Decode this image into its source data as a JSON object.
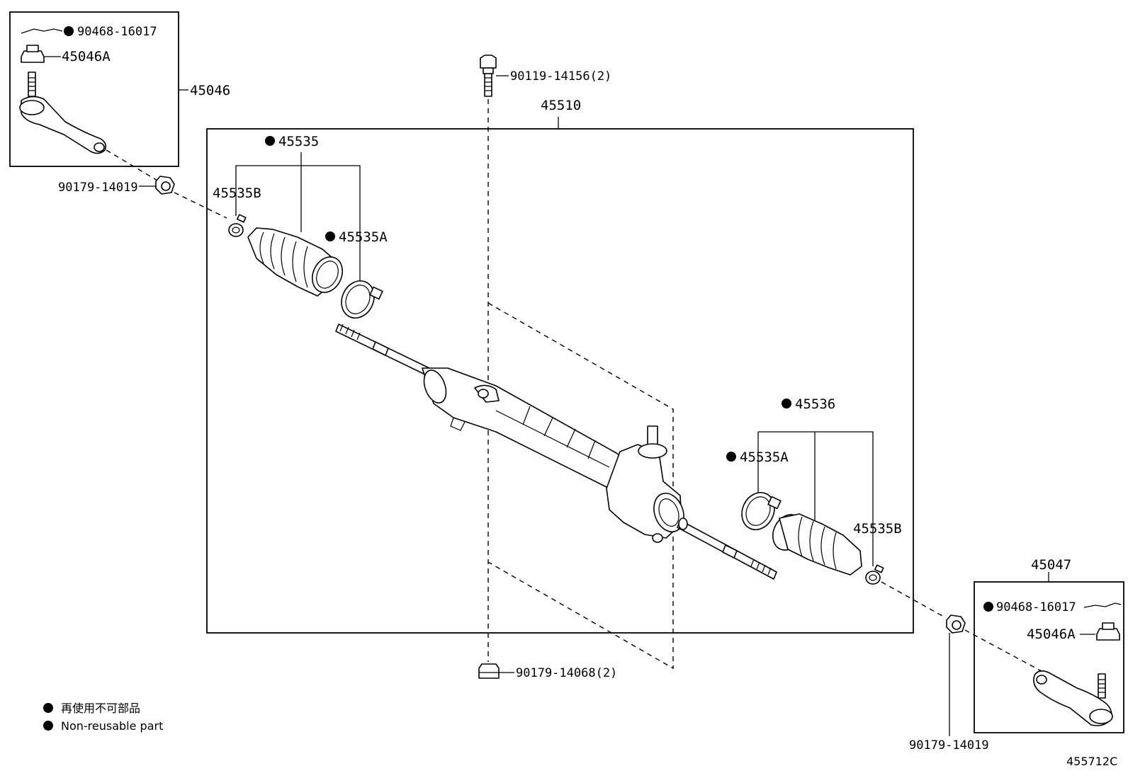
{
  "labels": {
    "tie_rod_end_left": "45046",
    "tie_rod_end_right": "45047",
    "nut_a_left": "45046A",
    "nut_a_right": "45046A",
    "cotter_pin_left": "90468-16017",
    "cotter_pin_right": "90468-16017",
    "nut_left": "90179-14019",
    "nut_right": "90179-14019",
    "gear_assembly": "45510",
    "bolt_top": "90119-14156(2)",
    "nut_bottom": "90179-14068(2)",
    "boot_kit_left": "45535",
    "clamp_b_left": "45535B",
    "clamp_a_left": "45535A",
    "boot_kit_right": "45536",
    "clamp_a_right": "45535A",
    "clamp_b_right": "45535B"
  },
  "legend": {
    "line1": "再使用不可部品",
    "line2": "Non-reusable part"
  },
  "figure_id": "455712C"
}
